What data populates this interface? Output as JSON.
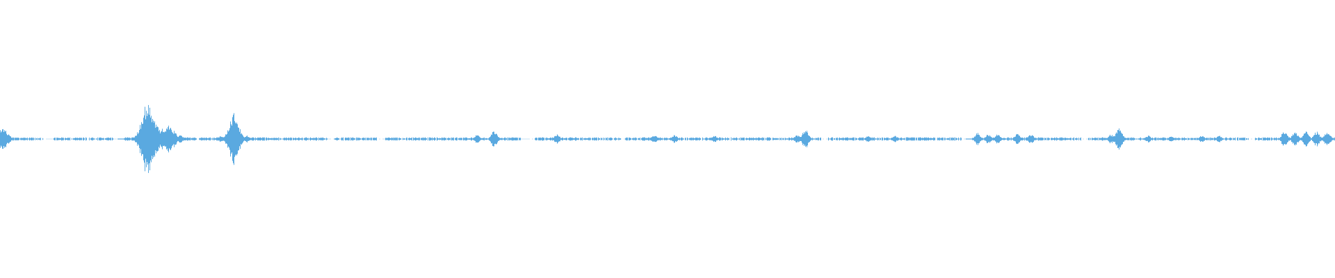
{
  "waveform": {
    "color": "#5aa9e0",
    "background": "#ffffff",
    "duration_fraction_markers": [],
    "bursts": [
      {
        "pos": 0.002,
        "amp": 0.09
      },
      {
        "pos": 0.006,
        "amp": 0.035
      },
      {
        "pos": 0.095,
        "amp": 0.012
      },
      {
        "pos": 0.11,
        "amp": 0.26
      },
      {
        "pos": 0.113,
        "amp": 0.18
      },
      {
        "pos": 0.117,
        "amp": 0.11
      },
      {
        "pos": 0.122,
        "amp": 0.08
      },
      {
        "pos": 0.126,
        "amp": 0.1
      },
      {
        "pos": 0.13,
        "amp": 0.06
      },
      {
        "pos": 0.135,
        "amp": 0.03
      },
      {
        "pos": 0.165,
        "amp": 0.025
      },
      {
        "pos": 0.175,
        "amp": 0.19
      },
      {
        "pos": 0.178,
        "amp": 0.05
      },
      {
        "pos": 0.185,
        "amp": 0.025
      },
      {
        "pos": 0.37,
        "amp": 0.06
      },
      {
        "pos": 0.357,
        "amp": 0.03
      },
      {
        "pos": 0.417,
        "amp": 0.035
      },
      {
        "pos": 0.49,
        "amp": 0.03
      },
      {
        "pos": 0.505,
        "amp": 0.03
      },
      {
        "pos": 0.535,
        "amp": 0.025
      },
      {
        "pos": 0.603,
        "amp": 0.07
      },
      {
        "pos": 0.597,
        "amp": 0.03
      },
      {
        "pos": 0.65,
        "amp": 0.025
      },
      {
        "pos": 0.67,
        "amp": 0.025
      },
      {
        "pos": 0.732,
        "amp": 0.045
      },
      {
        "pos": 0.74,
        "amp": 0.035
      },
      {
        "pos": 0.747,
        "amp": 0.035
      },
      {
        "pos": 0.762,
        "amp": 0.04
      },
      {
        "pos": 0.772,
        "amp": 0.035
      },
      {
        "pos": 0.838,
        "amp": 0.08
      },
      {
        "pos": 0.832,
        "amp": 0.035
      },
      {
        "pos": 0.86,
        "amp": 0.025
      },
      {
        "pos": 0.877,
        "amp": 0.02
      },
      {
        "pos": 0.9,
        "amp": 0.025
      },
      {
        "pos": 0.913,
        "amp": 0.025
      },
      {
        "pos": 0.962,
        "amp": 0.06
      },
      {
        "pos": 0.97,
        "amp": 0.055
      },
      {
        "pos": 0.978,
        "amp": 0.055
      },
      {
        "pos": 0.986,
        "amp": 0.055
      },
      {
        "pos": 0.994,
        "amp": 0.055
      }
    ],
    "gaps": [
      [
        0.032,
        0.04
      ],
      [
        0.085,
        0.093
      ],
      [
        0.18,
        0.182
      ],
      [
        0.245,
        0.25
      ],
      [
        0.282,
        0.288
      ],
      [
        0.39,
        0.4
      ],
      [
        0.465,
        0.468
      ],
      [
        0.615,
        0.62
      ],
      [
        0.72,
        0.728
      ],
      [
        0.81,
        0.815
      ],
      [
        0.935,
        0.94
      ]
    ]
  }
}
